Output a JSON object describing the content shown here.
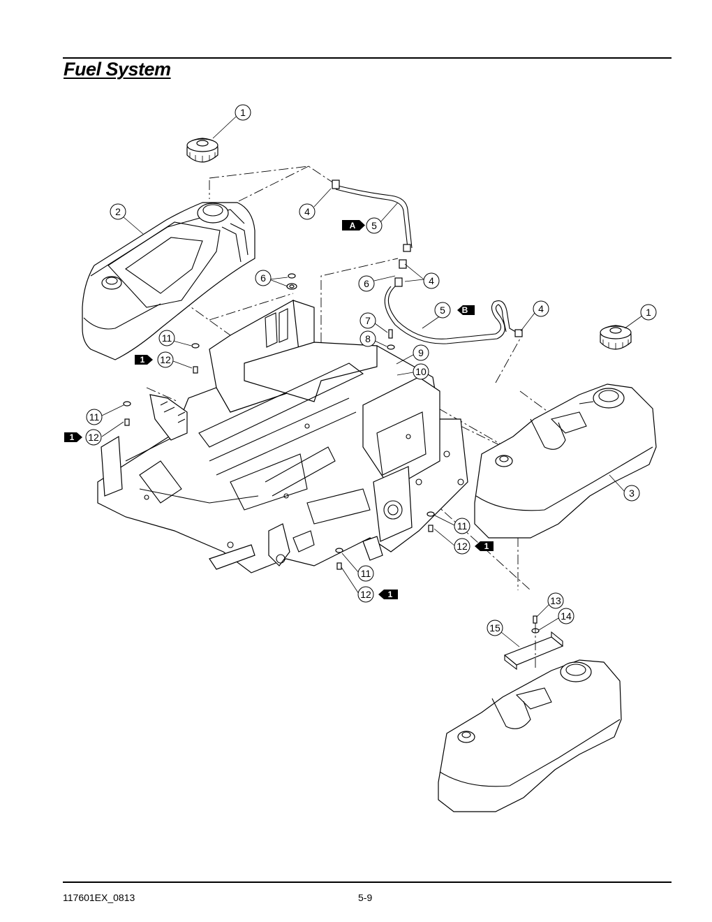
{
  "page": {
    "title": "Fuel System",
    "footer_left": "117601EX_0813",
    "footer_center": "5-9"
  },
  "callouts": [
    {
      "id": "c1a",
      "label": "1"
    },
    {
      "id": "c2",
      "label": "2"
    },
    {
      "id": "c4a",
      "label": "4"
    },
    {
      "id": "c5a",
      "label": "5",
      "flag": "A"
    },
    {
      "id": "c6a",
      "label": "6"
    },
    {
      "id": "c6b",
      "label": "6"
    },
    {
      "id": "c4b",
      "label": "4"
    },
    {
      "id": "c5b",
      "label": "5",
      "flag": "B"
    },
    {
      "id": "c4c",
      "label": "4"
    },
    {
      "id": "c1b",
      "label": "1"
    },
    {
      "id": "c7",
      "label": "7"
    },
    {
      "id": "c8",
      "label": "8"
    },
    {
      "id": "c9",
      "label": "9"
    },
    {
      "id": "c10",
      "label": "10"
    },
    {
      "id": "c11a",
      "label": "11"
    },
    {
      "id": "c12a",
      "label": "12",
      "flag": "1"
    },
    {
      "id": "c11b",
      "label": "11"
    },
    {
      "id": "c12b",
      "label": "12",
      "flag": "1"
    },
    {
      "id": "c3",
      "label": "3"
    },
    {
      "id": "c11c",
      "label": "11"
    },
    {
      "id": "c12c",
      "label": "12",
      "flag": "1"
    },
    {
      "id": "c11d",
      "label": "11"
    },
    {
      "id": "c12d",
      "label": "12",
      "flag": "1"
    },
    {
      "id": "c13",
      "label": "13"
    },
    {
      "id": "c14",
      "label": "14"
    },
    {
      "id": "c15",
      "label": "15"
    }
  ]
}
